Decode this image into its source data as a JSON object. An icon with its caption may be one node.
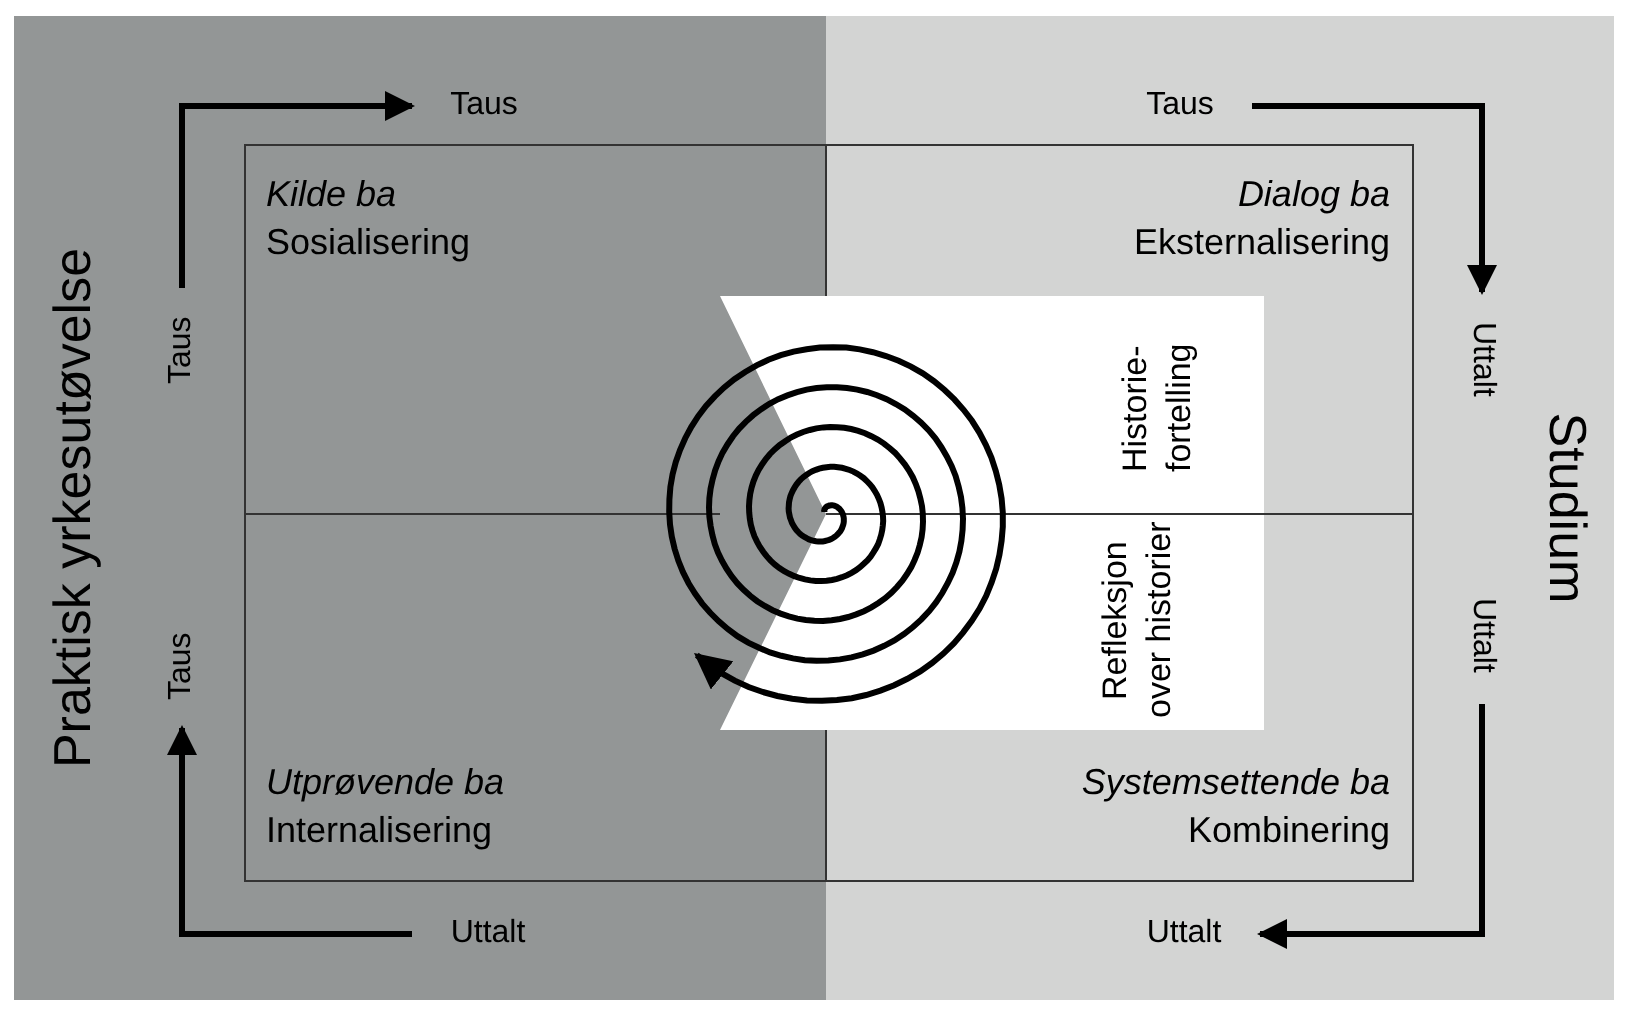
{
  "diagram": {
    "nodes": [
      {
        "text": [
          "Praktisk yrkesutøvelse"
        ]
      },
      {
        "text": [
          "Studium"
        ]
      },
      {
        "text": [
          "Taus"
        ],
        "in": 0
      },
      {
        "text": [
          "Taus"
        ],
        "in": 1
      },
      {
        "text": [
          "Kilde ba",
          "Sosialisering"
        ],
        "in": 0
      },
      {
        "text": [
          "Dialog ba",
          "Eksternalisering"
        ],
        "in": 1
      },
      {
        "text": [
          "Taus"
        ],
        "in": 0
      },
      {
        "text": [
          "Uttalt"
        ],
        "in": 1
      },
      {
        "text": [
          "Historie-fortelling",
          "Refleksjon over historier"
        ],
        "in": 1
      },
      {
        "text": [
          "Taus"
        ],
        "in": 0
      },
      {
        "text": [
          "Uttalt"
        ],
        "in": 1
      },
      {
        "text": [
          "Utprøvende ba",
          "Internalisering"
        ],
        "in": 0
      },
      {
        "text": [
          "Systemsettende ba",
          "Kombinering"
        ],
        "in": 1
      },
      {
        "text": [
          "Uttalt"
        ],
        "in": 0
      },
      {
        "text": [
          "Uttalt"
        ],
        "in": 1
      }
    ],
    "edges": [
      {
        "from": 6,
        "to": 2,
        "arrow": "to"
      },
      {
        "from": 3,
        "to": 7,
        "arrow": "to"
      },
      {
        "from": 10,
        "to": 14,
        "arrow": "to"
      },
      {
        "from": 13,
        "to": 9,
        "arrow": "to"
      }
    ]
  }
}
